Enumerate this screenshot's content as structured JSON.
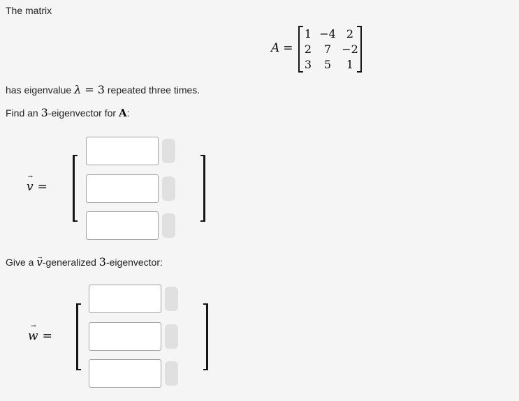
{
  "colors": {
    "background": "#f5f5f5",
    "text": "#212121",
    "math": "#0a0a0a",
    "input_border": "#a3a3a3",
    "input_bg": "#ffffff",
    "preview_button_bg": "#e0e0e0",
    "bracket": "#161616"
  },
  "intro": {
    "text": "The matrix"
  },
  "matrix": {
    "symbol": "A",
    "equals": "=",
    "rows": [
      [
        "1",
        "−4",
        "2"
      ],
      [
        "2",
        "7",
        "−2"
      ],
      [
        "3",
        "5",
        "1"
      ]
    ]
  },
  "eigenvalue_line": {
    "prefix": "has eigenvalue ",
    "lambda": "λ",
    "relation": " = ",
    "value": "3",
    "suffix": " repeated three times."
  },
  "find_line": {
    "prefix": "Find an ",
    "number": "3",
    "middle": "-eigenvector for ",
    "matrix_symbol": "A",
    "suffix": ":"
  },
  "v_answer": {
    "symbol": "v",
    "arrow": "→",
    "equals": "=",
    "components": [
      {
        "value": ""
      },
      {
        "value": ""
      },
      {
        "value": ""
      }
    ]
  },
  "generalized_line": {
    "prefix": "Give a ",
    "vector_symbol": "v",
    "arrow": "→",
    "middle": "-generalized ",
    "number": "3",
    "suffix": "-eigenvector:"
  },
  "w_answer": {
    "symbol": "w",
    "arrow": "→",
    "equals": "=",
    "components": [
      {
        "value": ""
      },
      {
        "value": ""
      },
      {
        "value": ""
      }
    ]
  }
}
